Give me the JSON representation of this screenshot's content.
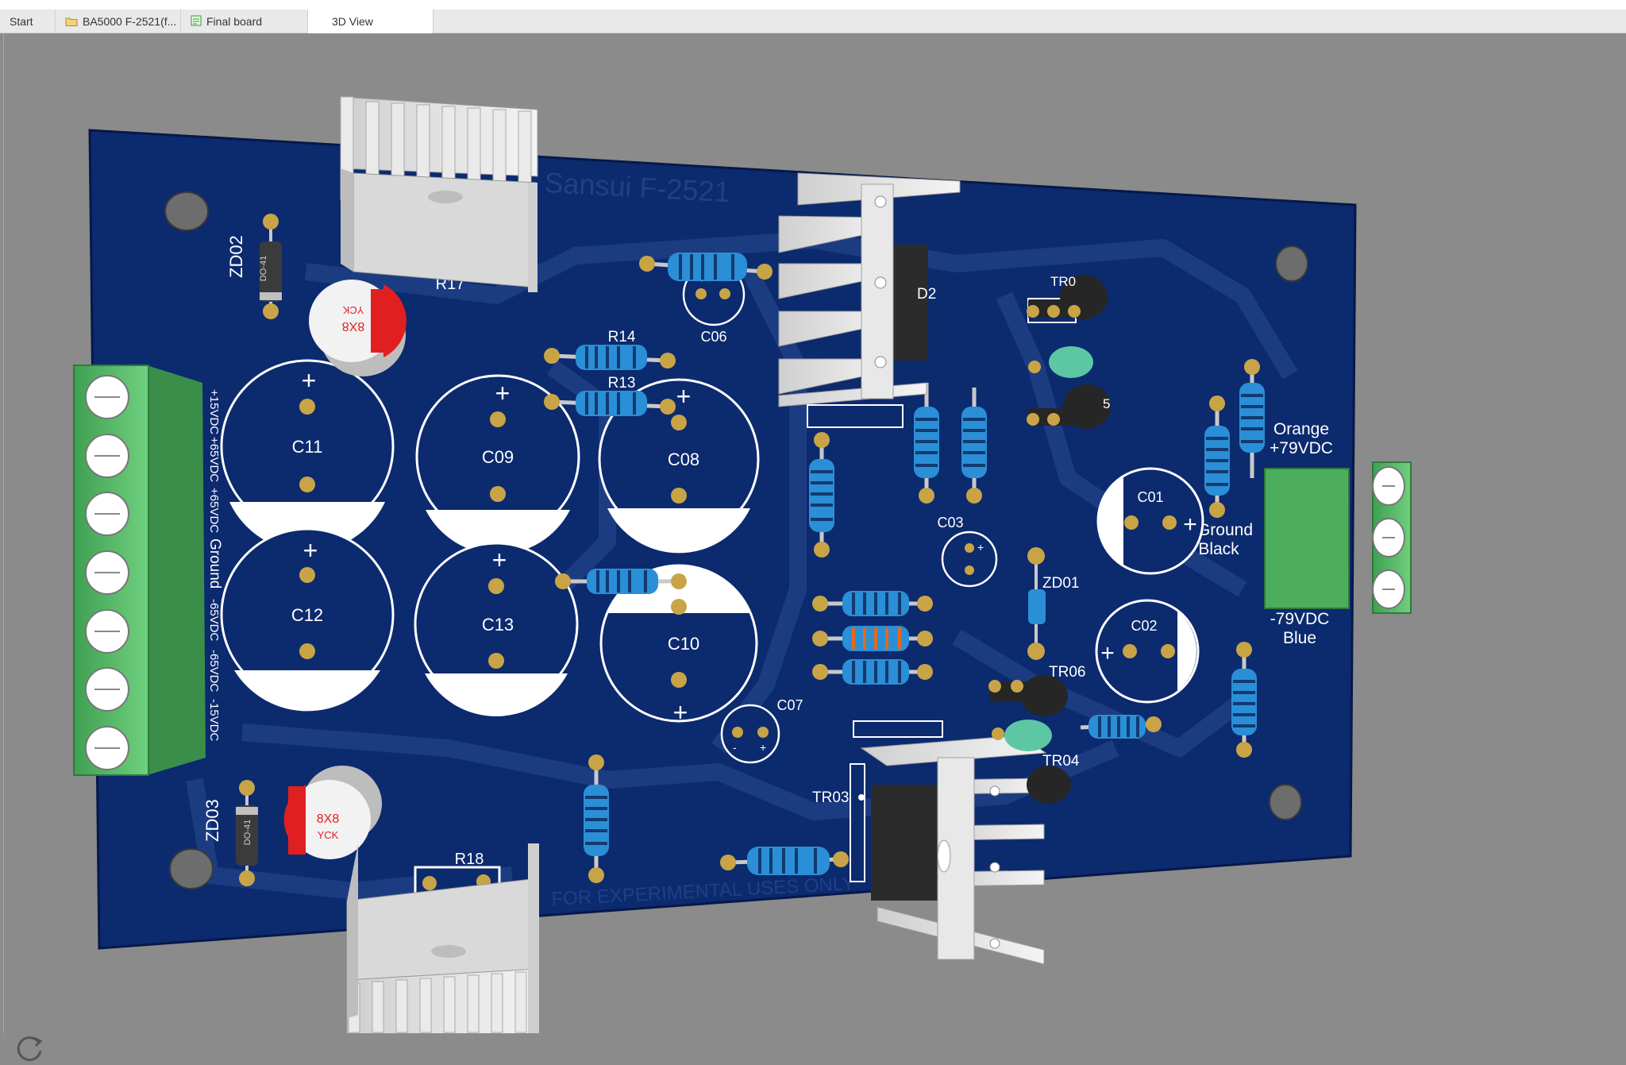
{
  "tabs": [
    {
      "label": "Start",
      "icon": "none"
    },
    {
      "label": "BA5000 F-2521(f...",
      "icon": "folder-icon"
    },
    {
      "label": "Final board",
      "icon": "board-icon"
    },
    {
      "label": "3D View",
      "icon": "none",
      "active": true
    }
  ],
  "board": {
    "color": "#0c2a6e",
    "silkscreen_title": "Sansui  F-2521",
    "silkscreen_footer": "FOR EXPERIMENTAL USES ONLY",
    "left_connector_labels": [
      "+15VDC",
      "+65VDC",
      "+65VDC",
      "Ground",
      "-65VDC",
      "-65VDC",
      "-15VDC"
    ],
    "right_connector_labels": {
      "top": [
        "Orange",
        "+79VDC"
      ],
      "middle": [
        "Ground",
        "Black"
      ],
      "bottom": [
        "-79VDC",
        "Blue"
      ]
    },
    "capacitors": [
      "C11",
      "C09",
      "C08",
      "C12",
      "C13",
      "C10",
      "C01",
      "C02"
    ],
    "small_capacitors": [
      "C06",
      "C03",
      "C07"
    ],
    "resistors": [
      "R17",
      "R14",
      "R13",
      "R18"
    ],
    "zener_diodes": [
      "ZD02",
      "ZD03",
      "ZD01"
    ],
    "diode_body_text": "DO-41",
    "transistors": [
      "TR06",
      "TR04",
      "TR03"
    ],
    "partial_labels": [
      "D2",
      "TR0",
      "5"
    ],
    "smd_cap_text": [
      "8X8",
      "YCK"
    ],
    "plus_sign": "+",
    "minus_sign": "-"
  },
  "colors": {
    "connector_green": "#5cc46e",
    "resistor_blue": "#2a8fd6",
    "heatsink": "#e2e2e2",
    "pad_gold": "#c9a447",
    "silkscreen": "#ffffff",
    "smd_cap_red": "#e02020"
  }
}
